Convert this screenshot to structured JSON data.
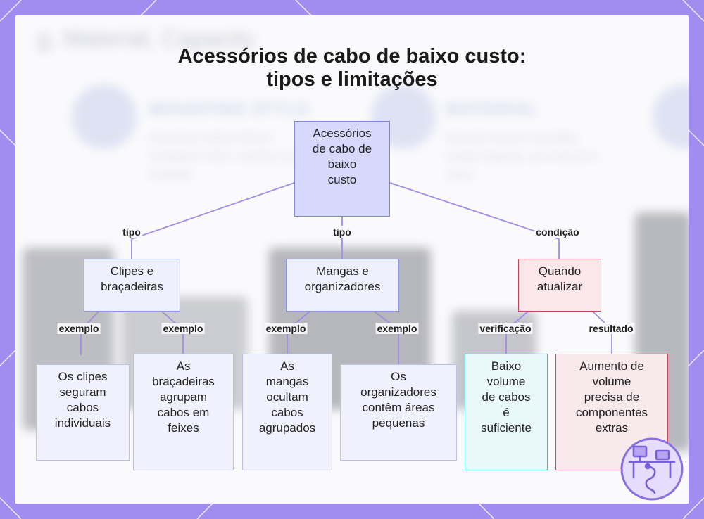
{
  "title": {
    "line1": "Acessórios de cabo de baixo custo:",
    "line2": "tipos e limitações"
  },
  "background": {
    "big_text": "g, Material, Capacity",
    "col1_head": "MOUNTING STYLE",
    "col1_text": "Mounting method affects installation effort, stability and flexibility.",
    "col2_head": "MATERIAL",
    "col2_text": "Material impacts durability, weight capacity, and long-term value."
  },
  "nodes": {
    "root": {
      "lines": [
        "Acessórios",
        "de cabo de",
        "baixo",
        "custo"
      ]
    },
    "clips": {
      "lines": [
        "Clipes e",
        "braçadeiras"
      ]
    },
    "sleeves": {
      "lines": [
        "Mangas e",
        "organizadores"
      ]
    },
    "upgrade": {
      "lines": [
        "Quando",
        "atualizar"
      ]
    },
    "leaf1": {
      "lines": [
        "Os clipes",
        "seguram",
        "cabos",
        "individuais"
      ]
    },
    "leaf2": {
      "lines": [
        "As",
        "braçadeiras",
        "agrupam",
        "cabos em",
        "feixes"
      ]
    },
    "leaf3": {
      "lines": [
        "As",
        "mangas",
        "ocultam",
        "cabos",
        "agrupados"
      ]
    },
    "leaf4": {
      "lines": [
        "Os",
        "organizadores",
        "contêm áreas",
        "pequenas"
      ]
    },
    "leaf5": {
      "lines": [
        "Baixo",
        "volume",
        "de cabos",
        "é",
        "suficiente"
      ]
    },
    "leaf6": {
      "lines": [
        "Aumento de",
        "volume",
        "precisa de",
        "componentes",
        "extras"
      ]
    }
  },
  "edge_labels": {
    "tipo_left": "tipo",
    "tipo_mid": "tipo",
    "condicao": "condição",
    "ex1": "exemplo",
    "ex2": "exemplo",
    "ex3": "exemplo",
    "ex4": "exemplo",
    "verificacao": "verificação",
    "resultado": "resultado"
  },
  "colors": {
    "edge": "#a48be6",
    "frame": "#a18cf0",
    "accent_red": "#c9435a",
    "accent_cyan": "#3fbac9"
  }
}
